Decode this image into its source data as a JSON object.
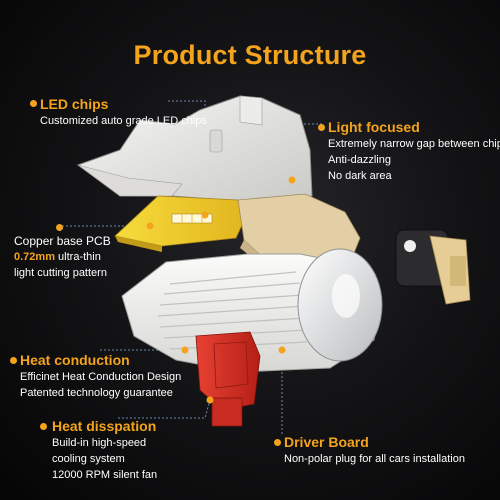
{
  "title": "Product Structure",
  "accent_color": "#f4a31c",
  "callouts": {
    "led_chips": {
      "heading": "LED chips",
      "lines": [
        "Customized auto grade LED chips"
      ]
    },
    "light_focused": {
      "heading": "Light focused",
      "lines": [
        "Extremely narrow gap between chips",
        "Anti-dazzling",
        "No dark area"
      ]
    },
    "copper_pcb": {
      "heading": "Copper base PCB",
      "highlight": "0.72mm",
      "lines": [
        " ultra-thin",
        "light cutting pattern"
      ]
    },
    "heat_conduction": {
      "heading": "Heat conduction",
      "lines": [
        "Efficinet Heat Conduction Design",
        "Patented technology guarantee"
      ]
    },
    "heat_dissipation": {
      "heading": "Heat disspation",
      "lines": [
        "Build-in high-speed",
        "cooling system",
        "12000 RPM silent fan"
      ]
    },
    "driver_board": {
      "heading": "Driver Board",
      "lines": [
        "Non-polar plug for all cars installation"
      ]
    }
  }
}
